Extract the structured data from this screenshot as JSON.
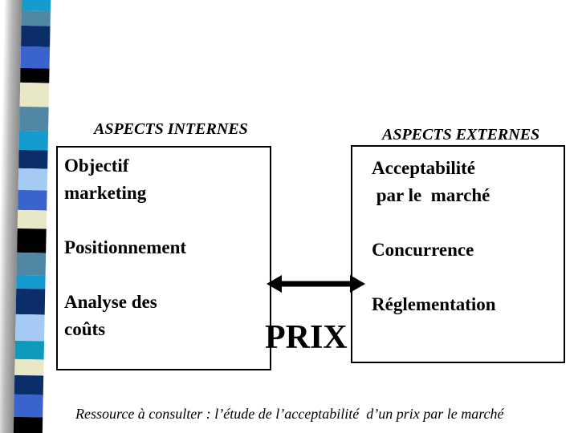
{
  "page": {
    "background": "#ffffff",
    "ink": "#000000"
  },
  "headers": {
    "internal": "ASPECTS INTERNES",
    "external": "ASPECTS EXTERNES"
  },
  "internal_box": {
    "items": [
      {
        "text": "Objectif\nmarketing"
      },
      {
        "text": "Positionnement"
      },
      {
        "text": "Analyse des\ncoûts"
      }
    ]
  },
  "external_box": {
    "items": [
      {
        "text": "Acceptabilité\n par le  marché"
      },
      {
        "text": "Concurrence"
      },
      {
        "text": "Réglementation"
      }
    ]
  },
  "center": {
    "label": "PRIX",
    "arrow_icon": "double-arrow"
  },
  "caption": "Ressource à consulter : l’étude de l’acceptabilité  d’un prix par le marché",
  "ribbon": {
    "shadow_from": "#ffffff",
    "shadow_to": "#8a8a8a",
    "segments": [
      {
        "color": "#149CCE",
        "h": 21
      },
      {
        "color": "#4F87A5",
        "h": 19
      },
      {
        "color": "#0B2D69",
        "h": 26
      },
      {
        "color": "#3A63CE",
        "h": 27
      },
      {
        "color": "#000000",
        "h": 18
      },
      {
        "color": "#E8E8C6",
        "h": 30
      },
      {
        "color": "#4F87A5",
        "h": 30
      },
      {
        "color": "#149CCE",
        "h": 24
      },
      {
        "color": "#0B2D69",
        "h": 23
      },
      {
        "color": "#A5CBF4",
        "h": 27
      },
      {
        "color": "#3A63CE",
        "h": 25
      },
      {
        "color": "#E8E8C6",
        "h": 23
      },
      {
        "color": "#000000",
        "h": 30
      },
      {
        "color": "#4F87A5",
        "h": 28
      },
      {
        "color": "#149CCE",
        "h": 17
      },
      {
        "color": "#0B2D69",
        "h": 32
      },
      {
        "color": "#A5CBF4",
        "h": 33
      },
      {
        "color": "#0E9ABB",
        "h": 23
      },
      {
        "color": "#E8E8C6",
        "h": 20
      },
      {
        "color": "#0B2D69",
        "h": 24
      },
      {
        "color": "#3A63CE",
        "h": 28
      },
      {
        "color": "#000000",
        "h": 28
      }
    ]
  }
}
